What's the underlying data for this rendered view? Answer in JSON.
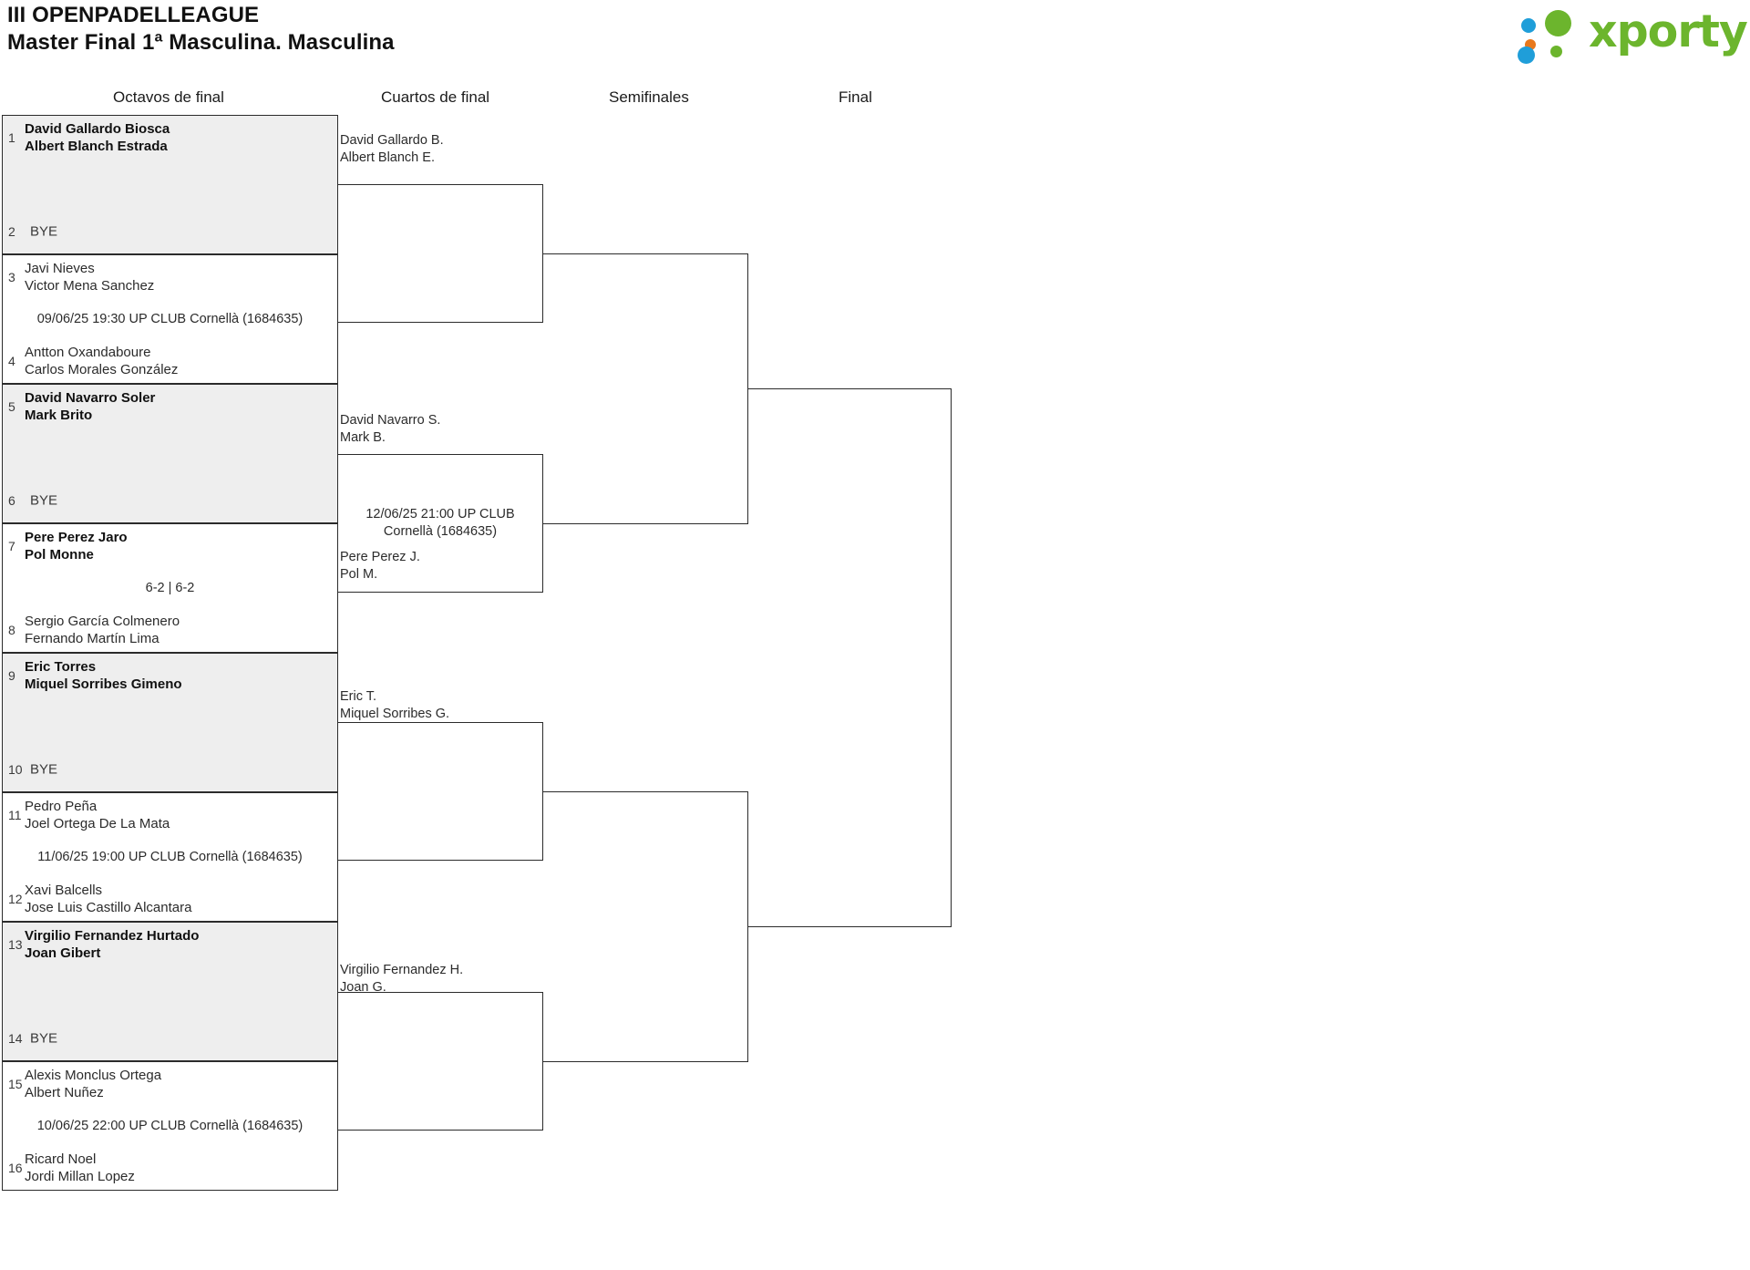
{
  "header": {
    "title_line1": "III OPENPADELLEAGUE",
    "title_line2": "Master Final 1ª Masculina. Masculina"
  },
  "brand": {
    "name": "xporty",
    "colors": {
      "green": "#6cb52d",
      "blue": "#1f9ed9",
      "orange": "#e8781c"
    }
  },
  "rounds": {
    "r16": "Octavos de final",
    "qf": "Cuartos de final",
    "sf": "Semifinales",
    "f": "Final"
  },
  "bracket": {
    "round_of_16": [
      {
        "shaded": true,
        "top": {
          "seed": "1",
          "player1": "David Gallardo Biosca",
          "player2": "Albert Blanch Estrada",
          "winner": true
        },
        "bottom": {
          "seed": "2",
          "bye": "BYE"
        },
        "meta": ""
      },
      {
        "shaded": false,
        "top": {
          "seed": "3",
          "player1": "Javi Nieves",
          "player2": "Victor Mena Sanchez",
          "winner": false
        },
        "bottom": {
          "seed": "4",
          "player1": "Antton Oxandaboure",
          "player2": "Carlos Morales González",
          "winner": false
        },
        "meta": "09/06/25 19:30 UP CLUB Cornellà (1684635)"
      },
      {
        "shaded": true,
        "top": {
          "seed": "5",
          "player1": "David Navarro Soler",
          "player2": "Mark Brito",
          "winner": true
        },
        "bottom": {
          "seed": "6",
          "bye": "BYE"
        },
        "meta": ""
      },
      {
        "shaded": false,
        "top": {
          "seed": "7",
          "player1": "Pere Perez Jaro",
          "player2": "Pol Monne",
          "winner": true
        },
        "bottom": {
          "seed": "8",
          "player1": "Sergio García Colmenero",
          "player2": "Fernando Martín Lima",
          "winner": false
        },
        "meta": "6-2 | 6-2"
      },
      {
        "shaded": true,
        "top": {
          "seed": "9",
          "player1": "Eric Torres",
          "player2": "Miquel Sorribes Gimeno",
          "winner": true
        },
        "bottom": {
          "seed": "10",
          "bye": "BYE"
        },
        "meta": ""
      },
      {
        "shaded": false,
        "top": {
          "seed": "11",
          "player1": "Pedro Peña",
          "player2": "Joel Ortega De La Mata",
          "winner": false
        },
        "bottom": {
          "seed": "12",
          "player1": "Xavi Balcells",
          "player2": "Jose Luis Castillo Alcantara",
          "winner": false
        },
        "meta": "11/06/25 19:00 UP CLUB Cornellà (1684635)"
      },
      {
        "shaded": true,
        "top": {
          "seed": "13",
          "player1": "Virgilio Fernandez Hurtado",
          "player2": "Joan Gibert",
          "winner": true
        },
        "bottom": {
          "seed": "14",
          "bye": "BYE"
        },
        "meta": ""
      },
      {
        "shaded": false,
        "top": {
          "seed": "15",
          "player1": "Alexis Monclus Ortega",
          "player2": "Albert Nuñez",
          "winner": false
        },
        "bottom": {
          "seed": "16",
          "player1": "Ricard Noel",
          "player2": "Jordi Millan Lopez",
          "winner": false
        },
        "meta": "10/06/25 22:00 UP CLUB Cornellà (1684635)"
      }
    ],
    "quarter_finals": [
      {
        "player1": "David Gallardo B.",
        "player2": "Albert Blanch E.",
        "winner": false,
        "meta": ""
      },
      {
        "player1": "",
        "player2": "",
        "winner": false,
        "meta": ""
      },
      {
        "player1": "David Navarro S.",
        "player2": "Mark B.",
        "winner": false,
        "meta": "12/06/25 21:00 UP CLUB Cornellà (1684635)"
      },
      {
        "player1": "Pere Perez J.",
        "player2": "Pol M.",
        "winner": false,
        "meta": ""
      },
      {
        "player1": "Eric T.",
        "player2": "Miquel Sorribes G.",
        "winner": false,
        "meta": ""
      },
      {
        "player1": "",
        "player2": "",
        "winner": false,
        "meta": ""
      },
      {
        "player1": "Virgilio Fernandez H.",
        "player2": "Joan G.",
        "winner": false,
        "meta": ""
      },
      {
        "player1": "",
        "player2": "",
        "winner": false,
        "meta": ""
      }
    ],
    "semi_finals": [
      {
        "player1": "",
        "player2": "",
        "meta": ""
      },
      {
        "player1": "",
        "player2": "",
        "meta": ""
      }
    ],
    "final": {
      "player1": "",
      "player2": "",
      "meta": ""
    }
  }
}
